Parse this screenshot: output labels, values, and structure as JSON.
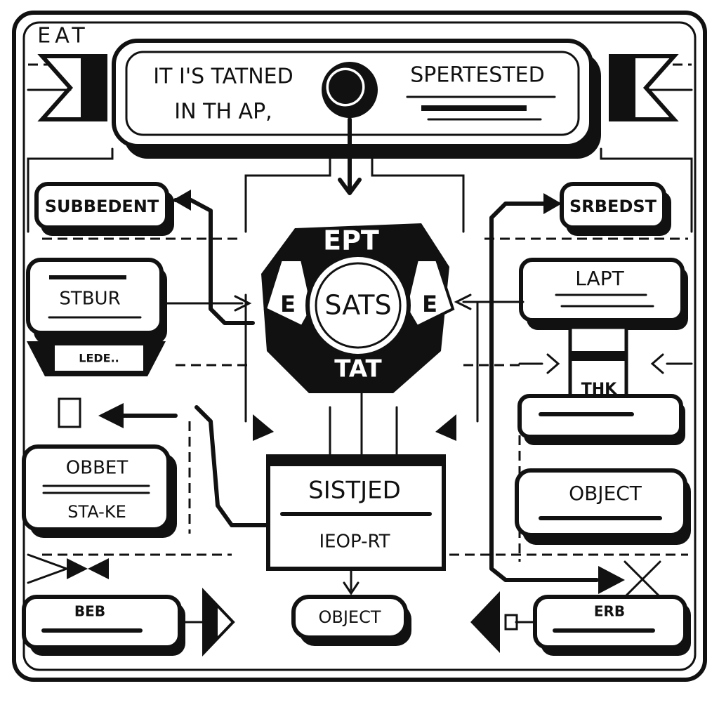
{
  "corner_label": "EAT",
  "header": {
    "left_line1": "IT I'S TATNED",
    "left_line2": "IN TH AP,",
    "right_title": "SPERTESTED"
  },
  "hub": {
    "top": "EPT",
    "center": "SATS",
    "left": "E",
    "right": "E",
    "bottom": "TAT"
  },
  "nodes": {
    "subbedent": "SUBBEDENT",
    "srbedst": "SRBEDST",
    "stbur": "STBUR",
    "lede": "LEDE..",
    "lapt": "LAPT",
    "thk": "THK",
    "obbet": "OBBET",
    "stake": "STA-KE",
    "sistjed": "SISTJED",
    "ieoprt": "IEOP-RT",
    "object_right": "OBJECT",
    "object_bottom": "OBJECT",
    "beb": "BEB",
    "erb": "ERB"
  }
}
